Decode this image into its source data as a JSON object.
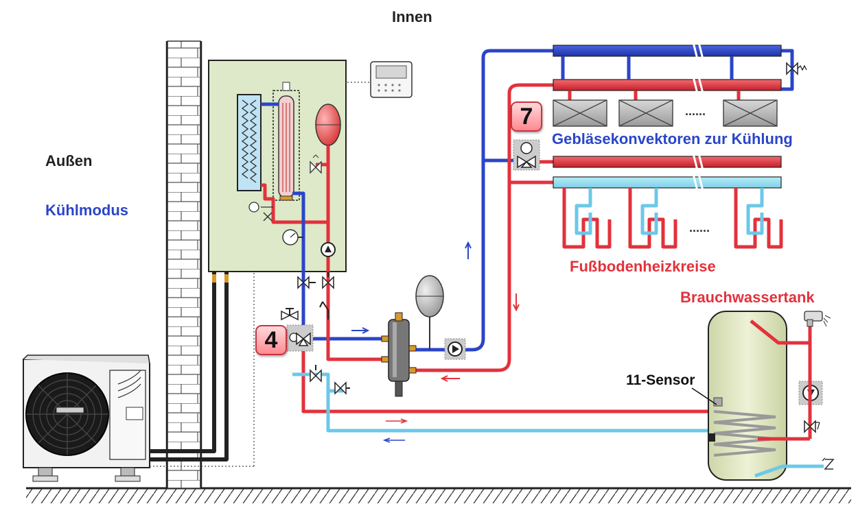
{
  "labels": {
    "innen": "Innen",
    "aussen": "Außen",
    "kuehlmodus": "Kühlmodus",
    "geblaese": "Gebläsekonvektoren zur Kühlung",
    "fussboden": "Fußbodenheizkreise",
    "brauchwasser": "Brauchwassertank",
    "sensor": "11-Sensor",
    "dots_fan": "......",
    "dots_floor": "......"
  },
  "badges": {
    "valve_4": "4",
    "valve_7": "7"
  },
  "colors": {
    "blue": "#2b45c8",
    "red": "#e2323c",
    "lightblue": "#6cc8e8",
    "pink_label": "#e2323c",
    "blue_label": "#2b45c8",
    "panel": "#dde9c8",
    "tank": "#e6ecc8",
    "pipe_black": "#222222"
  }
}
